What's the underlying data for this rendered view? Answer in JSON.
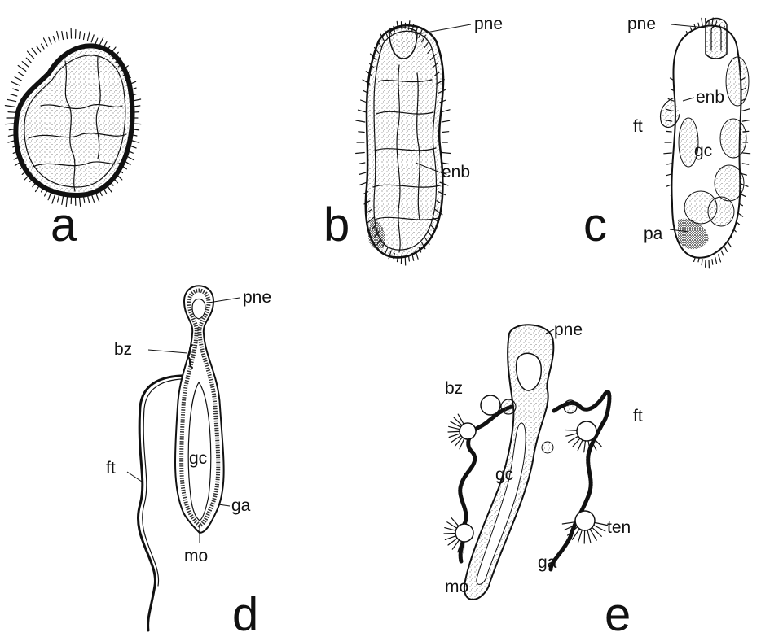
{
  "panels": {
    "a": {
      "letter": "a"
    },
    "b": {
      "letter": "b",
      "labels": {
        "pne": "pne",
        "enb": "enb"
      }
    },
    "c": {
      "letter": "c",
      "labels": {
        "pne": "pne",
        "enb": "enb",
        "ft": "ft",
        "gc": "gc",
        "pa": "pa"
      }
    },
    "d": {
      "letter": "d",
      "labels": {
        "pne": "pne",
        "bz": "bz",
        "ft": "ft",
        "gc": "gc",
        "ga": "ga",
        "mo": "mo"
      }
    },
    "e": {
      "letter": "e",
      "labels": {
        "pne": "pne",
        "bz": "bz",
        "ft": "ft",
        "gc": "gc",
        "ten": "ten",
        "ga": "ga",
        "mo": "mo"
      }
    }
  }
}
